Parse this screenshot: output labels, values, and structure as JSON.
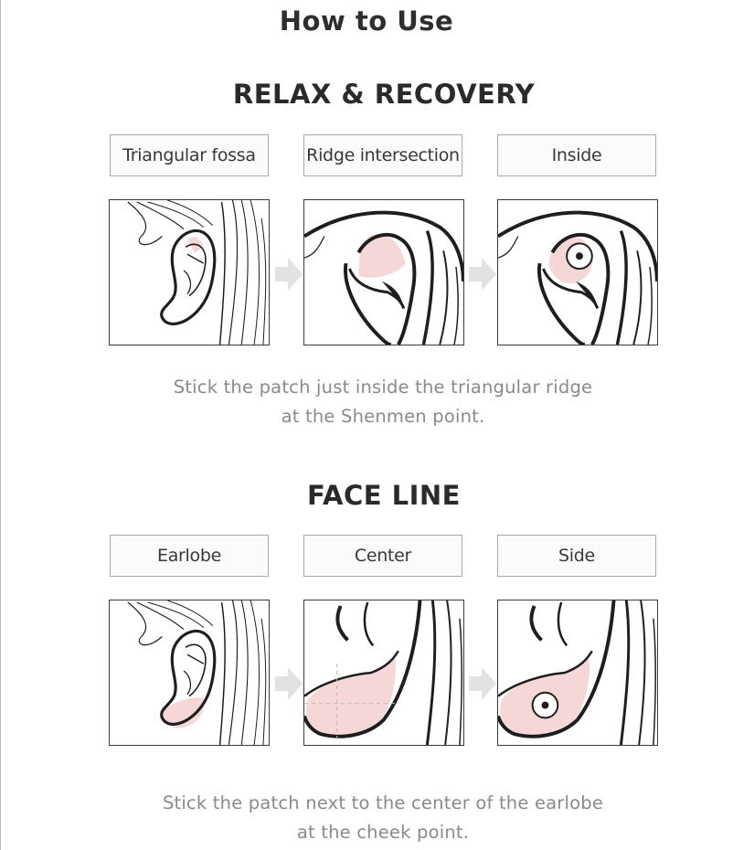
{
  "page_title": "How to Use",
  "sections": [
    {
      "title": "RELAX & RECOVERY",
      "labels": [
        "Triangular fossa",
        "Ridge intersection",
        "Inside"
      ],
      "caption_line1": "Stick the patch just inside the triangular ridge",
      "caption_line2": "at the Shenmen point."
    },
    {
      "title": "FACE LINE",
      "labels": [
        "Earlobe",
        "Center",
        "Side"
      ],
      "caption_line1": "Stick the patch next to the center of the earlobe",
      "caption_line2": "at the cheek point."
    }
  ],
  "colors": {
    "patch": "#f6d7d7",
    "line": "#1e1e1e",
    "arrow": "#e2e2e2",
    "caption": "#8a8a8a"
  }
}
